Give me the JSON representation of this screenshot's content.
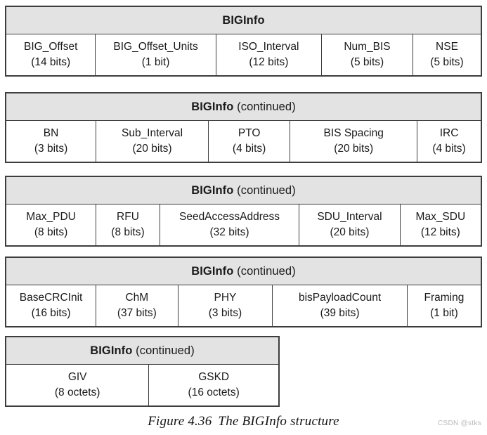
{
  "figure": {
    "caption_number": "Figure 4.36",
    "caption_text": "The BIGInfo structure",
    "watermark": "CSDN @stks",
    "header_main": "BIGInfo",
    "header_continued": "(continued)",
    "colors": {
      "header_background": "#e3e3e3",
      "cell_background": "#ffffff",
      "border": "#3d3d3d",
      "text": "#1a1a1a",
      "watermark": "#b9b9b9"
    }
  },
  "tables": [
    {
      "header_main": "BIGInfo",
      "header_continued": "",
      "fields": [
        {
          "name": "BIG_Offset",
          "size": "(14 bits)",
          "width_pct": 18.9
        },
        {
          "name": "BIG_Offset_Units",
          "size": "(1 bit)",
          "width_pct": 25.3
        },
        {
          "name": "ISO_Interval",
          "size": "(12 bits)",
          "width_pct": 22.2
        },
        {
          "name": "Num_BIS",
          "size": "(5 bits)",
          "width_pct": 19.2
        },
        {
          "name": "NSE",
          "size": "(5 bits)",
          "width_pct": 14.4
        }
      ]
    },
    {
      "header_main": "BIGInfo",
      "header_continued": "(continued)",
      "fields": [
        {
          "name": "BN",
          "size": "(3 bits)",
          "width_pct": 19.0
        },
        {
          "name": "Sub_Interval",
          "size": "(20 bits)",
          "width_pct": 23.6
        },
        {
          "name": "PTO",
          "size": "(4 bits)",
          "width_pct": 17.2
        },
        {
          "name": "BIS Spacing",
          "size": "(20 bits)",
          "width_pct": 26.7
        },
        {
          "name": "IRC",
          "size": "(4 bits)",
          "width_pct": 13.5
        }
      ]
    },
    {
      "header_main": "BIGInfo",
      "header_continued": "(continued)",
      "fields": [
        {
          "name": "Max_PDU",
          "size": "(8 bits)",
          "width_pct": 19.0
        },
        {
          "name": "RFU",
          "size": "(8 bits)",
          "width_pct": 13.4
        },
        {
          "name": "SeedAccessAddress",
          "size": "(32 bits)",
          "width_pct": 29.3
        },
        {
          "name": "SDU_Interval",
          "size": "(20 bits)",
          "width_pct": 21.2
        },
        {
          "name": "Max_SDU",
          "size": "(12 bits)",
          "width_pct": 17.1
        }
      ]
    },
    {
      "header_main": "BIGInfo",
      "header_continued": "(continued)",
      "fields": [
        {
          "name": "BaseCRCInit",
          "size": "(16 bits)",
          "width_pct": 19.0
        },
        {
          "name": "ChM",
          "size": "(37 bits)",
          "width_pct": 17.2
        },
        {
          "name": "PHY",
          "size": "(3 bits)",
          "width_pct": 19.9
        },
        {
          "name": "bisPayloadCount",
          "size": "(39 bits)",
          "width_pct": 28.3
        },
        {
          "name": "Framing",
          "size": "(1 bit)",
          "width_pct": 15.6
        }
      ]
    },
    {
      "header_main": "BIGInfo",
      "header_continued": "(continued)",
      "fields": [
        {
          "name": "GIV",
          "size": "(8 octets)",
          "width_pct": 52.4
        },
        {
          "name": "GSKD",
          "size": "(16 octets)",
          "width_pct": 47.6
        }
      ]
    }
  ]
}
